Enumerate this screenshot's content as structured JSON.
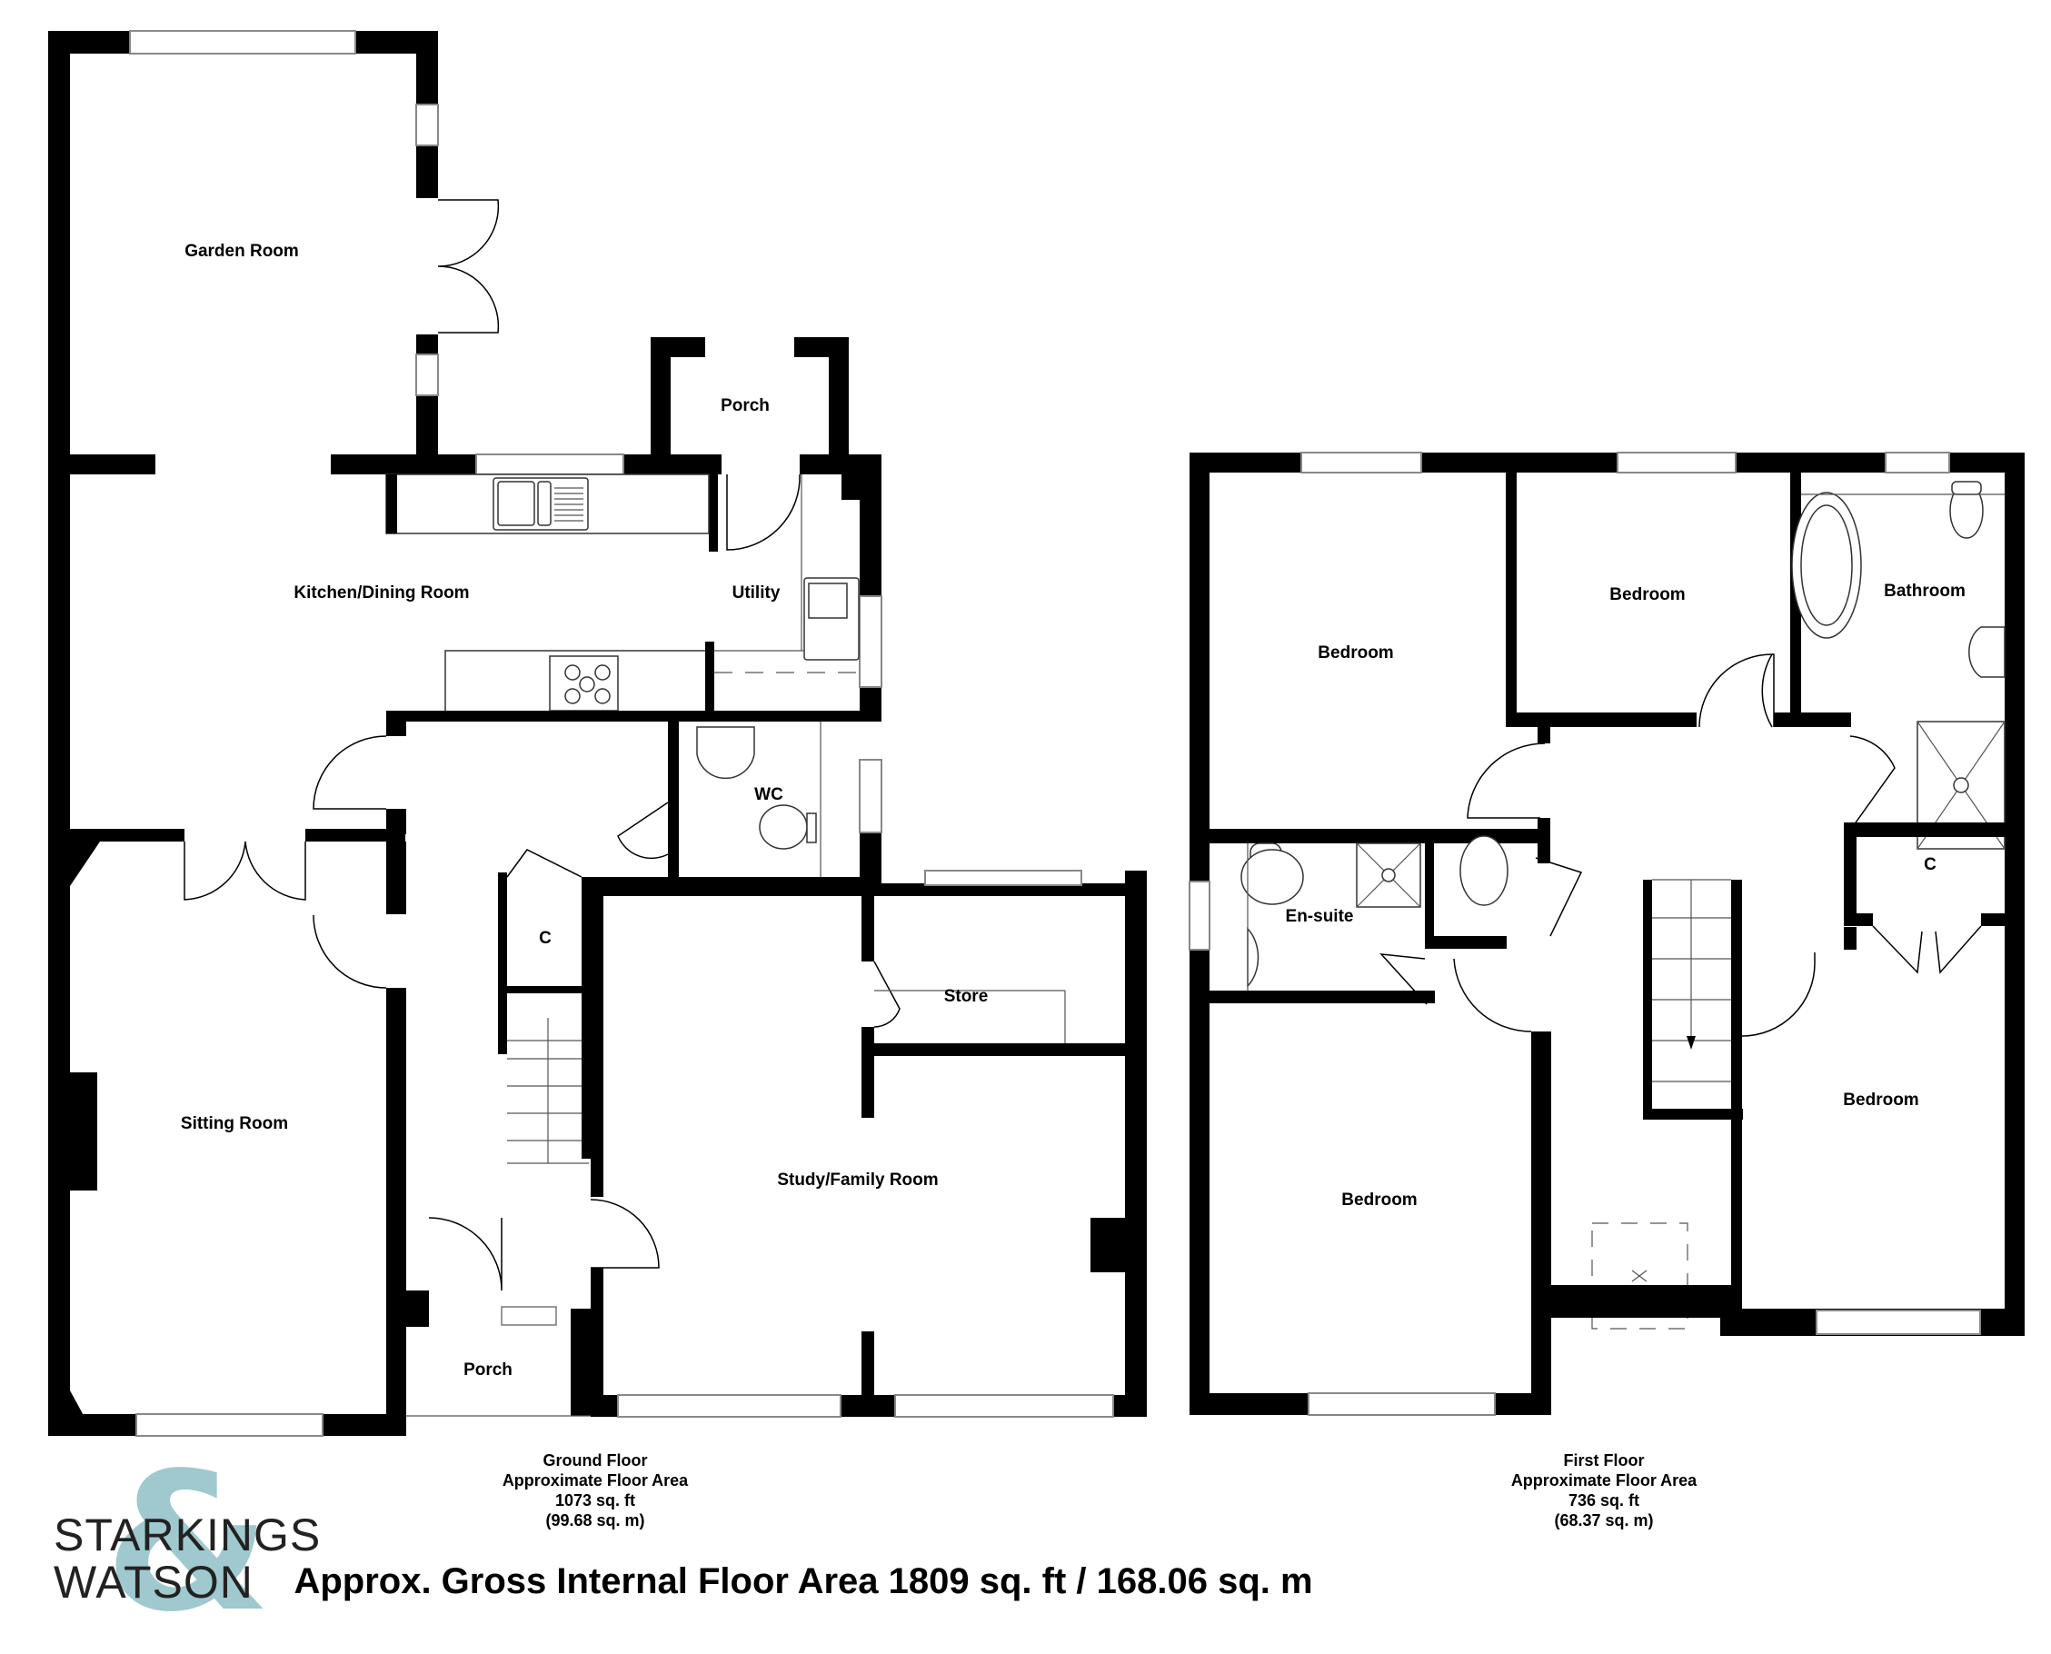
{
  "ground_floor": {
    "rooms": {
      "garden_room": "Garden Room",
      "porch_rear": "Porch",
      "kitchen_dining": "Kitchen/Dining Room",
      "utility": "Utility",
      "wc": "WC",
      "cupboard": "C",
      "store": "Store",
      "sitting_room": "Sitting Room",
      "study_family": "Study/Family Room",
      "porch_front": "Porch"
    },
    "caption": {
      "title": "Ground Floor",
      "subtitle": "Approximate Floor Area",
      "area_sqft": "1073 sq. ft",
      "area_sqm": "(99.68 sq. m)"
    }
  },
  "first_floor": {
    "rooms": {
      "bedroom_1": "Bedroom",
      "bedroom_2": "Bedroom",
      "bathroom": "Bathroom",
      "en_suite": "En-suite",
      "cupboard": "C",
      "bedroom_3": "Bedroom",
      "bedroom_4": "Bedroom"
    },
    "caption": {
      "title": "First Floor",
      "subtitle": "Approximate Floor Area",
      "area_sqft": "736 sq. ft",
      "area_sqm": "(68.37 sq. m)"
    }
  },
  "total_area": "Approx. Gross Internal Floor Area 1809 sq. ft / 168.06 sq. m",
  "logo": {
    "line1": "STARKINGS",
    "line2": "WATSON",
    "ampersand": "&",
    "accent_color": "#9fc9ce"
  }
}
